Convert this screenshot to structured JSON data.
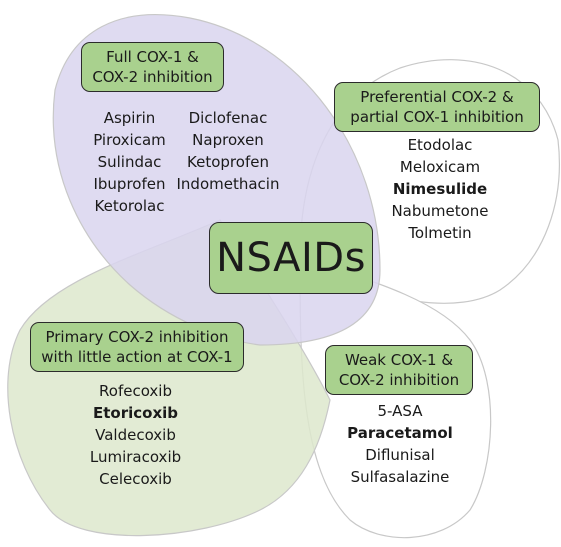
{
  "title": "NSAIDs",
  "colors": {
    "box_fill": "#a9d18e",
    "purple_region": "#d9d5ee",
    "green_region": "#dde8cc",
    "outline": "#c8c8c8"
  },
  "groups": [
    {
      "label_line1": "Full COX-1 &",
      "label_line2": "COX-2 inhibition",
      "drugs_col1": [
        {
          "name": "Aspirin",
          "bold": false
        },
        {
          "name": "Piroxicam",
          "bold": false
        },
        {
          "name": "Sulindac",
          "bold": false
        },
        {
          "name": "Ibuprofen",
          "bold": false
        },
        {
          "name": "Ketorolac",
          "bold": false
        }
      ],
      "drugs_col2": [
        {
          "name": "Diclofenac",
          "bold": false
        },
        {
          "name": "Naproxen",
          "bold": false
        },
        {
          "name": "Ketoprofen",
          "bold": false
        },
        {
          "name": "Indomethacin",
          "bold": false
        }
      ]
    },
    {
      "label_line1": "Preferential COX-2 &",
      "label_line2": "partial COX-1 inhibition",
      "drugs": [
        {
          "name": "Etodolac",
          "bold": false
        },
        {
          "name": "Meloxicam",
          "bold": false
        },
        {
          "name": "Nimesulide",
          "bold": true
        },
        {
          "name": "Nabumetone",
          "bold": false
        },
        {
          "name": "Tolmetin",
          "bold": false
        }
      ]
    },
    {
      "label_line1": "Primary COX-2 inhibition",
      "label_line2": "with little action at COX-1",
      "drugs": [
        {
          "name": "Rofecoxib",
          "bold": false
        },
        {
          "name": "Etoricoxib",
          "bold": true
        },
        {
          "name": "Valdecoxib",
          "bold": false
        },
        {
          "name": "Lumiracoxib",
          "bold": false
        },
        {
          "name": "Celecoxib",
          "bold": false
        }
      ]
    },
    {
      "label_line1": "Weak COX-1 &",
      "label_line2": "COX-2 inhibition",
      "drugs": [
        {
          "name": "5-ASA",
          "bold": false
        },
        {
          "name": "Paracetamol",
          "bold": true
        },
        {
          "name": "Diflunisal",
          "bold": false
        },
        {
          "name": "Sulfasalazine",
          "bold": false
        }
      ]
    }
  ]
}
